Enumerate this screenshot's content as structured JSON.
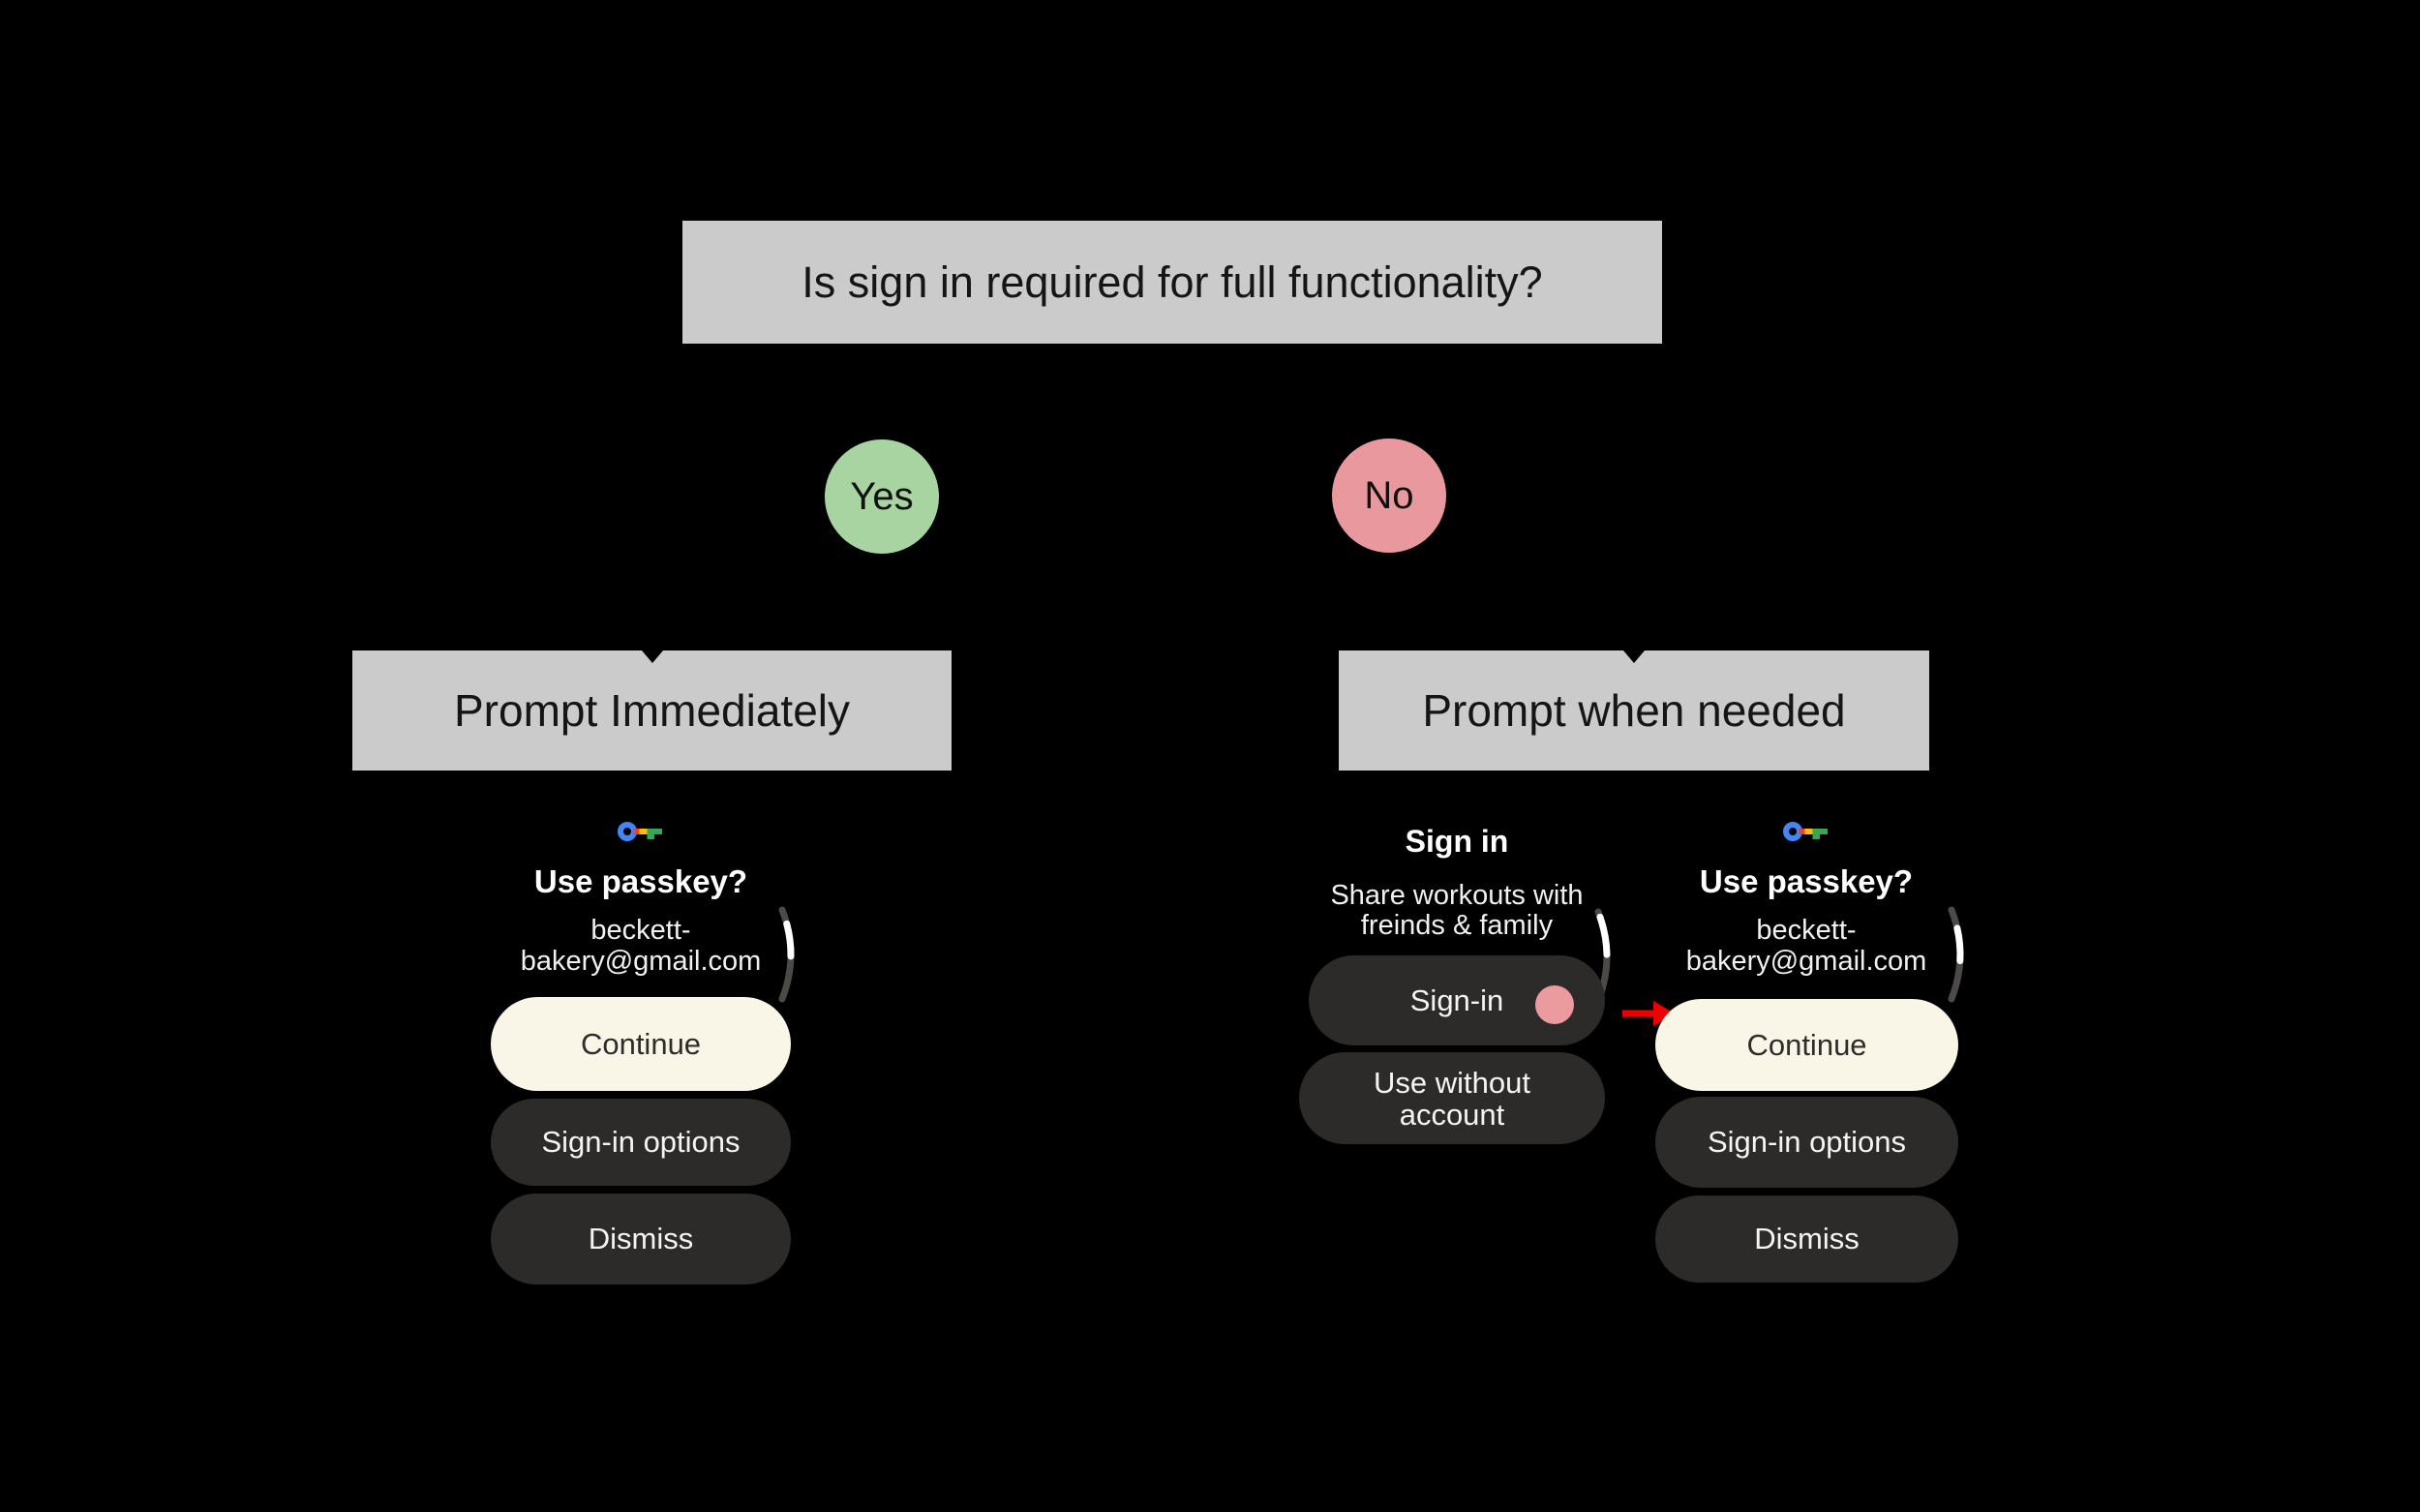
{
  "flowchart": {
    "question": "Is sign in required for full functionality?",
    "yes_label": "Yes",
    "no_label": "No",
    "outcome_yes": "Prompt Immediately",
    "outcome_no": "Prompt when needed"
  },
  "passkey_screen": {
    "icon": "google-passkey-icon",
    "title": "Use passkey?",
    "account_line1": "beckett-",
    "account_line2": "bakery@gmail.com",
    "continue_label": "Continue",
    "signin_options_label": "Sign-in options",
    "dismiss_label": "Dismiss"
  },
  "signin_screen": {
    "title": "Sign in",
    "subtitle_line1": "Share workouts with",
    "subtitle_line2": "freinds & family",
    "signin_label": "Sign-in",
    "use_without_line1": "Use without",
    "use_without_line2": "account"
  },
  "icons": {
    "passkey": "google-passkey-icon",
    "scroll": "scroll-position-indicator",
    "touch": "touch-indicator",
    "arrow": "red-arrow"
  },
  "colors": {
    "background": "#000000",
    "box_gray": "#CBCBCB",
    "yes_green": "#A8D4A2",
    "no_pink": "#E9999E",
    "cream_button": "#FAF6E7",
    "dark_button": "#2C2B29",
    "touch_pink": "#EB9B9D",
    "arrow_red": "#EE0000",
    "icon_blue": "#4285F4",
    "icon_red": "#EA4335",
    "icon_yellow": "#FBBC04",
    "icon_green": "#34A853",
    "arc_track": "#4B4A47",
    "arc_thumb": "#FFFFFF"
  }
}
